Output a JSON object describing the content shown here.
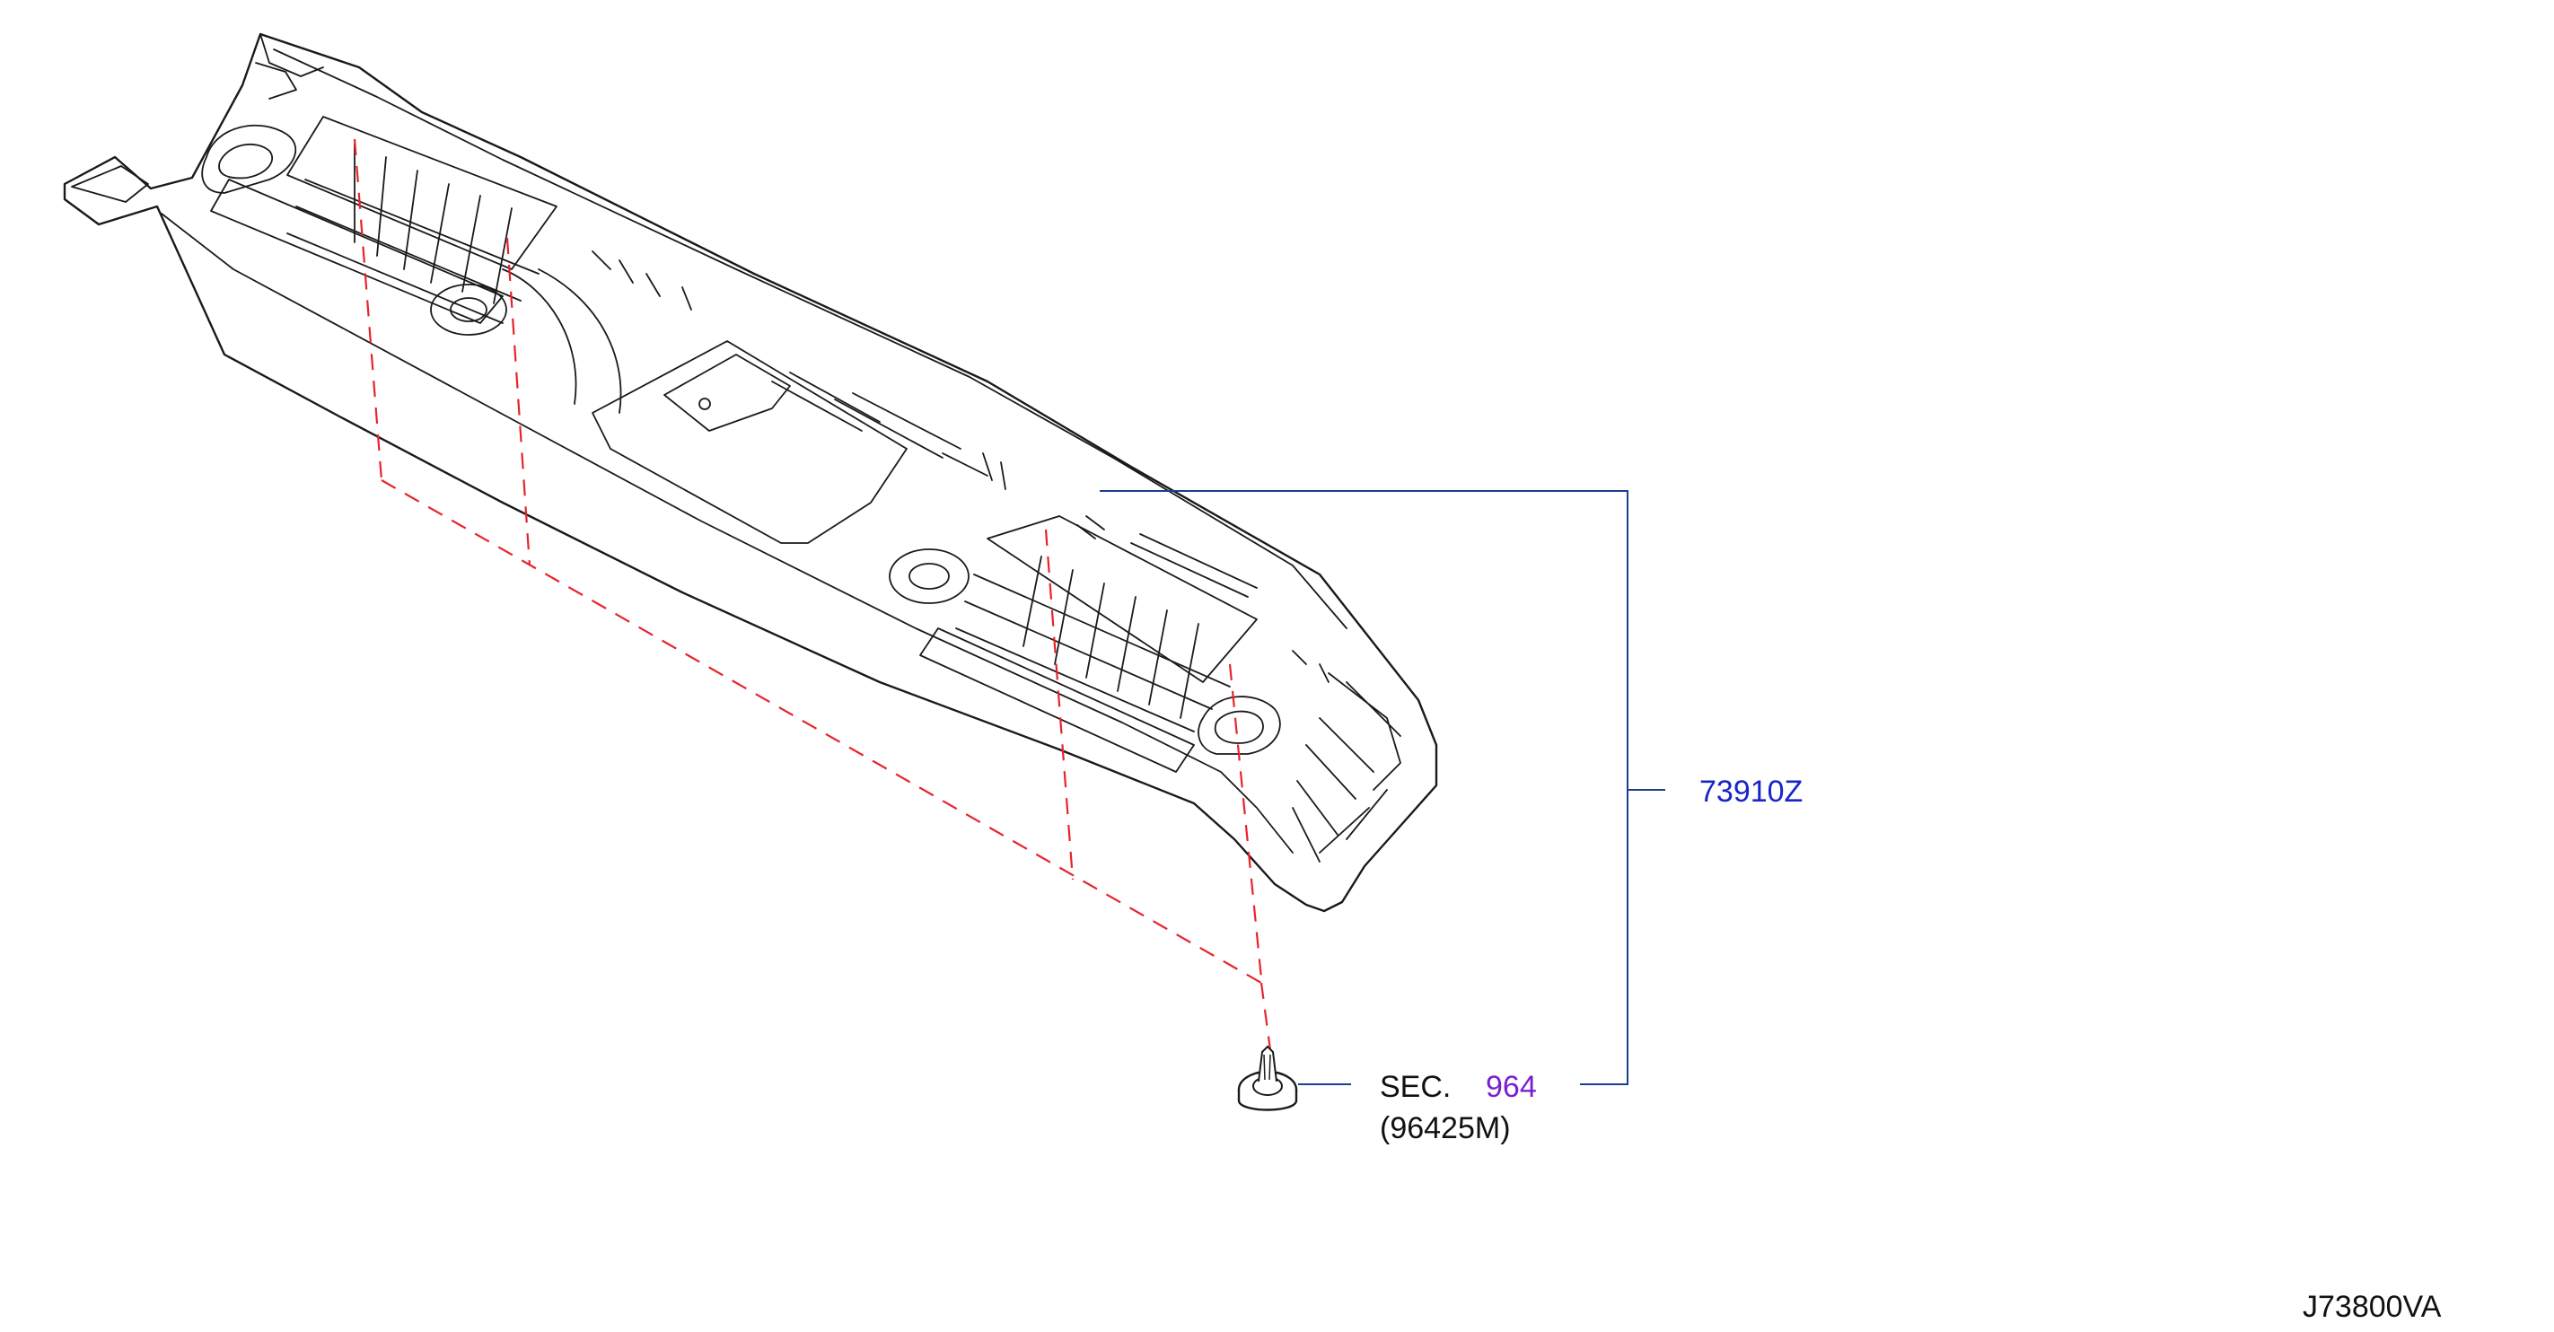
{
  "callouts": {
    "part_number": {
      "text": "73910Z",
      "color": "#1a24c8"
    },
    "section_prefix": {
      "text": "SEC."
    },
    "section_number": {
      "text": "964",
      "color": "#7a1fd0"
    },
    "clip_part": {
      "text": "(96425M)"
    }
  },
  "diagram_code": "J73800VA",
  "colors": {
    "outline": "#1a1a1a",
    "assembly_dash": "#e8232a",
    "leader": "#1b3f8f"
  },
  "icons": [
    "trim-panel-outline",
    "push-clip-icon"
  ]
}
